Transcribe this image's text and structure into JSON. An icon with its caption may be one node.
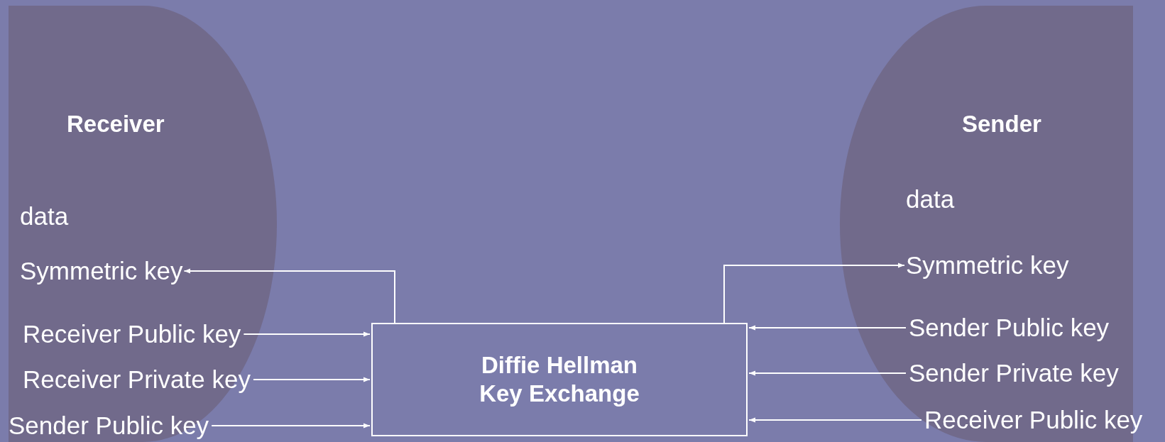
{
  "diagram": {
    "nodes": [
      {
        "text": [
          "Receiver"
        ]
      },
      {
        "text": [
          "data"
        ],
        "in": 0
      },
      {
        "text": [
          "Symmetric key"
        ],
        "in": 0
      },
      {
        "text": [
          "Receiver Public key"
        ],
        "in": 0
      },
      {
        "text": [
          "Receiver Private key"
        ],
        "in": 0
      },
      {
        "text": [
          "Sender Public key"
        ],
        "in": 0
      },
      {
        "text": [
          "Sender"
        ]
      },
      {
        "text": [
          "data"
        ],
        "in": 6
      },
      {
        "text": [
          "Symmetric key"
        ],
        "in": 6
      },
      {
        "text": [
          "Sender Public key"
        ],
        "in": 6
      },
      {
        "text": [
          "Sender Private key"
        ],
        "in": 6
      },
      {
        "text": [
          "Receiver Public key"
        ],
        "in": 6
      },
      {
        "text": [
          "Diffie Hellman Key Exchange"
        ]
      }
    ],
    "edges": [
      {
        "from": 12,
        "to": 2,
        "arrow": "to"
      },
      {
        "from": 12,
        "to": 8,
        "arrow": "to"
      },
      {
        "from": 3,
        "to": 12,
        "arrow": "to"
      },
      {
        "from": 4,
        "to": 12,
        "arrow": "to"
      },
      {
        "from": 5,
        "to": 12,
        "arrow": "to"
      },
      {
        "from": 9,
        "to": 12,
        "arrow": "to"
      },
      {
        "from": 10,
        "to": 12,
        "arrow": "to"
      },
      {
        "from": 11,
        "to": 12,
        "arrow": "to"
      }
    ]
  }
}
